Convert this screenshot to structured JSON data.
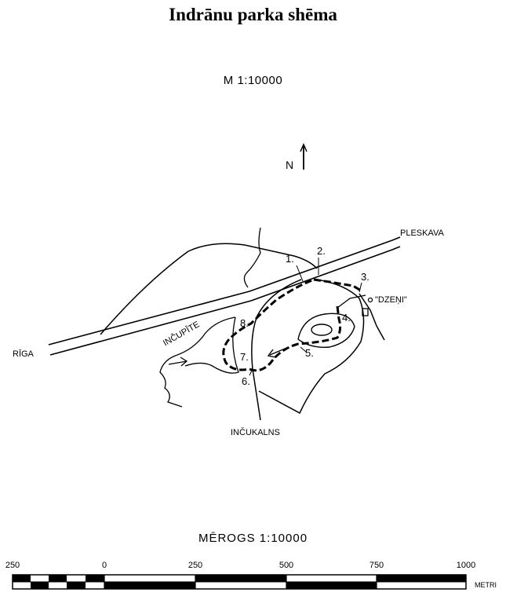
{
  "title": "Indrānu parka shēma",
  "scale_top": "M 1:10000",
  "north_label": "N",
  "places": {
    "pleskava": "PLESKAVA",
    "riga": "RĪGA",
    "dzeni": "\"DZEŅI\"",
    "incupite": "INČUPĪTE",
    "incukalns": "INČUKALNS"
  },
  "points": [
    "1.",
    "2.",
    "3.",
    "4.",
    "5.",
    "6.",
    "7.",
    "8."
  ],
  "scale_bar": {
    "label": "MĒROGS  1:10000",
    "ticks": [
      "250",
      "0",
      "250",
      "500",
      "750",
      "1000"
    ],
    "unit": "METRI"
  }
}
